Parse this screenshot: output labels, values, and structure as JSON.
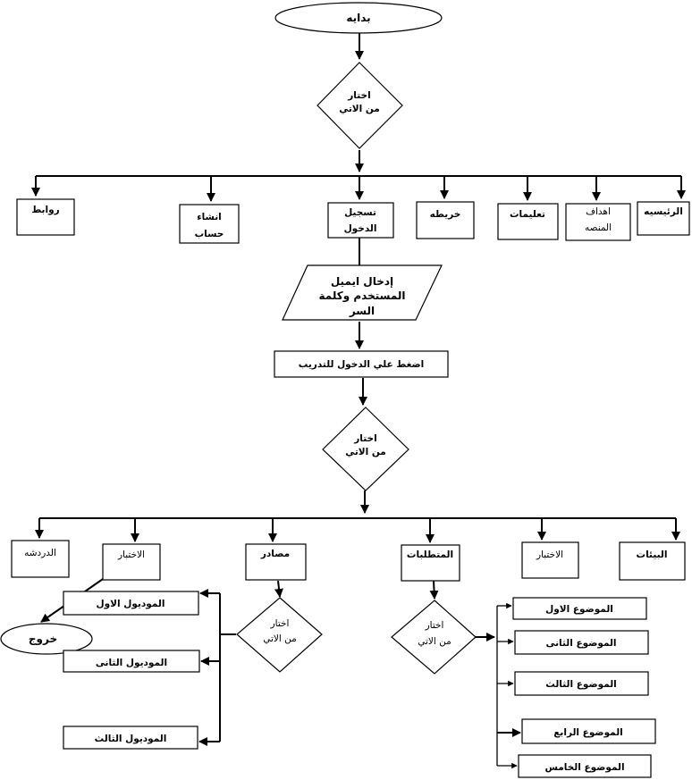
{
  "start": "بدايه",
  "choose_1": [
    "اختار",
    "من الاتي"
  ],
  "menu": {
    "links": "روابط",
    "create_account": [
      "انشاء",
      "حساب"
    ],
    "register_login": [
      "تسجيل",
      "الدخول"
    ],
    "map": "خريطه",
    "instructions": "تعليمات",
    "platform_goals": [
      "اهداف",
      "المنصه"
    ],
    "home": "الرئيسيه"
  },
  "input_credentials": [
    "إدخال ايميل",
    "المستخدم وكلمة",
    "السر"
  ],
  "press_login": "اضغط علي الدخول للتدريب",
  "choose_2": [
    "اختار",
    "من الاتي"
  ],
  "sections": {
    "chat": "الدردشه",
    "exam": "الاختبار",
    "resources": "مصادر",
    "requirements": "المتطلبات",
    "test": "الاختبار",
    "environments": "البيئات"
  },
  "exit": "خروج",
  "choose_resources": [
    "اختار",
    "من الاتي"
  ],
  "modules": {
    "m1": "الموديول الاول",
    "m2": "الموديول الثانى",
    "m3": "الموديول الثالث"
  },
  "choose_requirements": [
    "اختار",
    "من الاتي"
  ],
  "topics": {
    "t1": "الموضوع الاول",
    "t2": "الموضوع الثانى",
    "t3": "الموضوع الثالث",
    "t4": "الموضوع الرابع",
    "t5": "الموضوع الخامس"
  }
}
